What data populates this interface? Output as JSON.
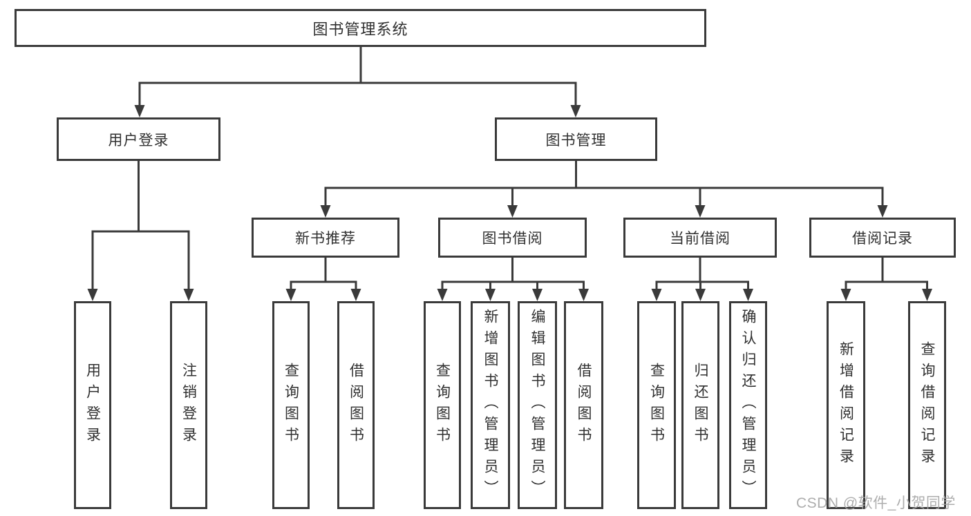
{
  "style": {
    "line_color": "#3a3a3a",
    "box_border_color": "#3a3a3a",
    "text_color": "#303030",
    "watermark_color": "#a4a4a4",
    "background_color": "#ffffff"
  },
  "diagram": {
    "root": {
      "label": "图书管理系统"
    },
    "branches": [
      {
        "label": "用户登录",
        "children": [
          {
            "label": "用户登录"
          },
          {
            "label": "注销登录"
          }
        ]
      },
      {
        "label": "图书管理",
        "sections": [
          {
            "label": "新书推荐",
            "children": [
              {
                "label": "查询图书"
              },
              {
                "label": "借阅图书"
              }
            ]
          },
          {
            "label": "图书借阅",
            "children": [
              {
                "label": "查询图书"
              },
              {
                "label": "新增图书（管理员）"
              },
              {
                "label": "编辑图书（管理员）"
              },
              {
                "label": "借阅图书"
              }
            ]
          },
          {
            "label": "当前借阅",
            "children": [
              {
                "label": "查询图书"
              },
              {
                "label": "归还图书"
              },
              {
                "label": "确认归还（管理员）"
              }
            ]
          },
          {
            "label": "借阅记录",
            "children": [
              {
                "label": "新增借阅记录"
              },
              {
                "label": "查询借阅记录"
              }
            ]
          }
        ]
      }
    ]
  },
  "watermark": {
    "text": "CSDN @软件_小贺同学"
  }
}
